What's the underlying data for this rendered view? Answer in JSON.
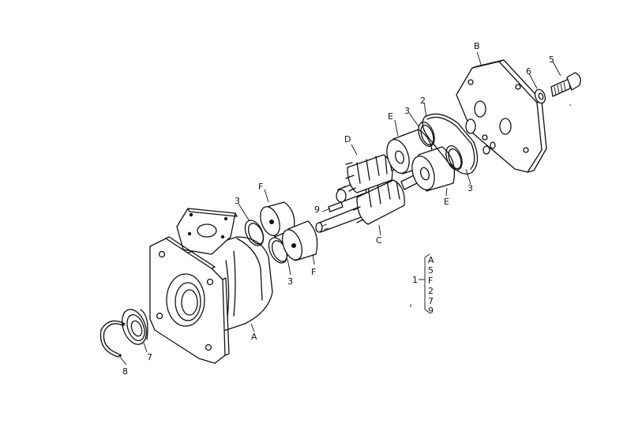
{
  "labels": {
    "A": "A",
    "B": "B",
    "C": "C",
    "D": "D",
    "E1": "E",
    "E2": "E",
    "F1": "F",
    "F2": "F",
    "n2": "2",
    "n3a": "3",
    "n3b": "3",
    "n3c": "3",
    "n3d": "3",
    "n5": "5",
    "n6": "6",
    "n7": "7",
    "n8": "8",
    "n9": "9"
  },
  "legend": {
    "assembly": "1",
    "items": [
      "A",
      "5",
      "F",
      "2",
      "7",
      "9"
    ]
  }
}
